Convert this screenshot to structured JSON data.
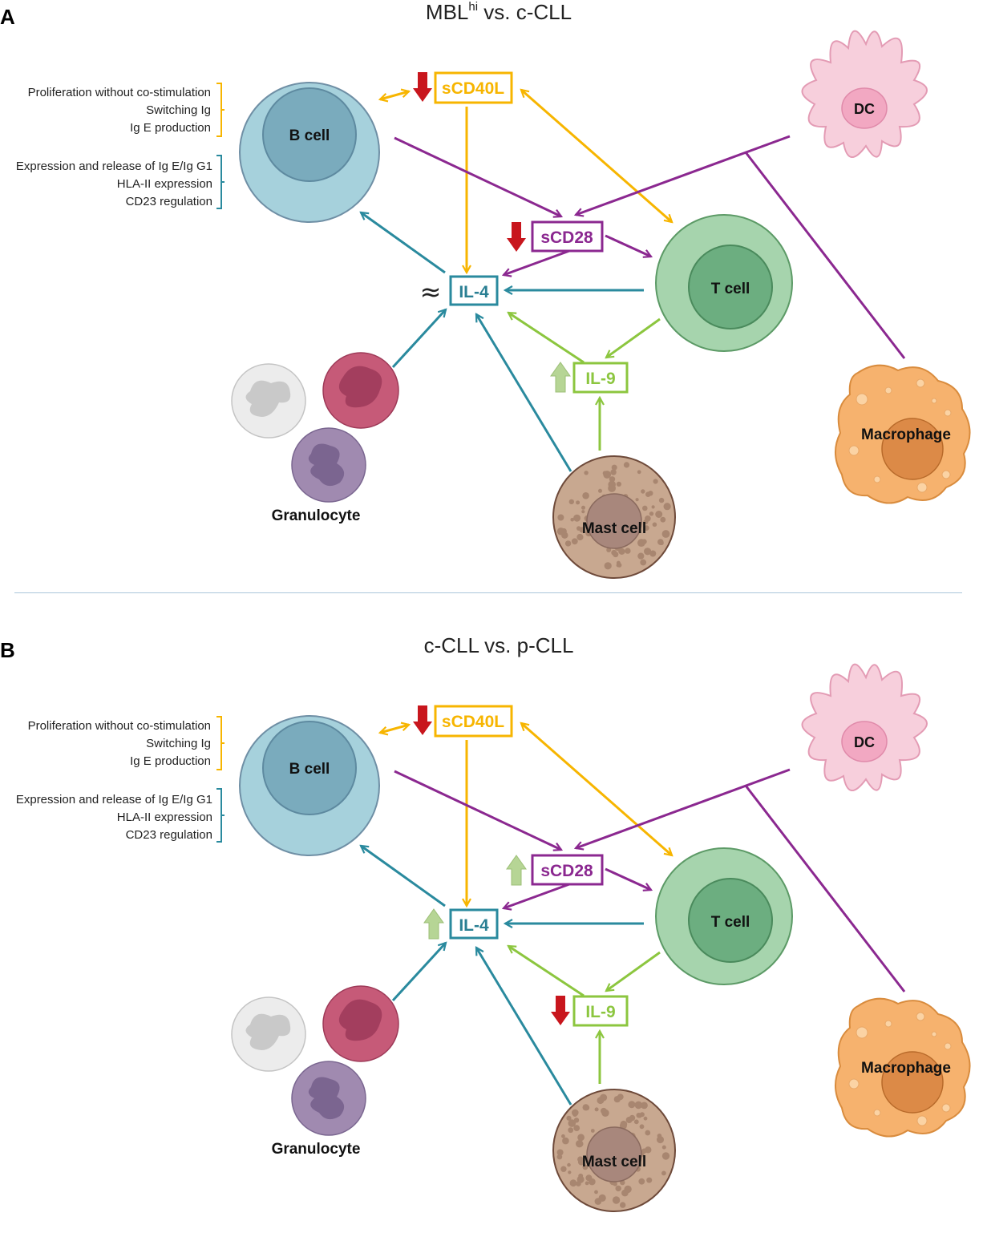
{
  "colors": {
    "cd40l": "#f7b500",
    "cd28": "#8b2890",
    "il4": "#2a8a9e",
    "il9": "#8cc63f",
    "down_arrow": "#c8161d",
    "up_arrow": "#b6d595",
    "bcell_outer": "#a6d1dc",
    "bcell_inner": "#7aabbd",
    "tcell_outer": "#a6d4ad",
    "tcell_inner": "#6cae80",
    "dc": "#f7cfdc",
    "macrophage": "#f6b26e",
    "mast": "#c8a890"
  },
  "panels": [
    {
      "letter": "A",
      "title_main": "MBL",
      "title_sup": "hi",
      "title_rest": " vs.  c-CLL",
      "sCD40L": {
        "label": "sCD40L",
        "change": "down"
      },
      "sCD28": {
        "label": "sCD28",
        "change": "down"
      },
      "IL4": {
        "label": "IL-4",
        "change": "approx",
        "symbol": "≈"
      },
      "IL9": {
        "label": "IL-9",
        "change": "up"
      },
      "cells": {
        "bcell": "B cell",
        "tcell": "T cell",
        "dc": "DC",
        "macrophage": "Macrophage",
        "mast": "Mast cell",
        "granulocyte": "Granulocyte"
      },
      "yellow_effects": [
        "Proliferation without co-stimulation",
        "Switching Ig",
        "Ig E production"
      ],
      "teal_effects": [
        "Expression and release of Ig E/Ig G1",
        "HLA-II expression",
        "CD23 regulation"
      ]
    },
    {
      "letter": "B",
      "title_main": "c-CLL vs. p-CLL",
      "title_sup": "",
      "title_rest": "",
      "sCD40L": {
        "label": "sCD40L",
        "change": "down"
      },
      "sCD28": {
        "label": "sCD28",
        "change": "up"
      },
      "IL4": {
        "label": "IL-4",
        "change": "up",
        "symbol": ""
      },
      "IL9": {
        "label": "IL-9",
        "change": "down"
      },
      "cells": {
        "bcell": "B cell",
        "tcell": "T cell",
        "dc": "DC",
        "macrophage": "Macrophage",
        "mast": "Mast cell",
        "granulocyte": "Granulocyte"
      },
      "yellow_effects": [
        "Proliferation without co-stimulation",
        "Switching Ig",
        "Ig E production"
      ],
      "teal_effects": [
        "Expression and release of Ig E/Ig G1",
        "HLA-II expression",
        "CD23 regulation"
      ]
    }
  ]
}
